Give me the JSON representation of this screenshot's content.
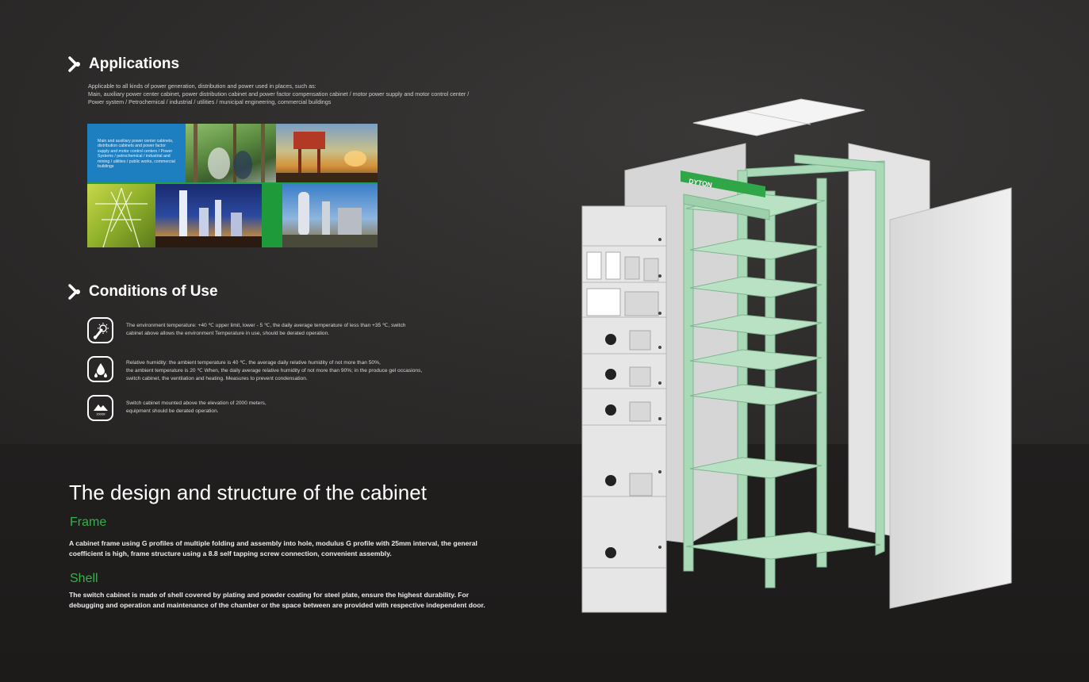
{
  "applications": {
    "heading": "Applications",
    "intro_lines": [
      "Applicable to all kinds of power generation, distribution and power used in places, such as:",
      "Main, auxiliary power center cabinet, power distribution cabinet and power factor compensation cabinet / motor power supply and motor control center /",
      "Power system / Petrochemical / industrial / utilities / municipal engineering, commercial buildings"
    ],
    "panel_text": "Main and auxiliary power center cabinets, distribution cabinets and power factor supply and motor control centers / Power Systems / petrochemical / industrial and mining / utilities / public works, commercial buildings"
  },
  "conditions": {
    "heading": "Conditions of Use",
    "items": [
      {
        "icon": "thermometer-sun-icon",
        "lines": [
          "The environment temperature: +40 ℃ upper limit, lower - 5 ℃, the daily average temperature of less than +35 ℃, switch",
          "cabinet above allows the environment Temperature in use, should be derated operation."
        ]
      },
      {
        "icon": "humidity-drops-icon",
        "lines": [
          "Relative humidity: the ambient temperature is 40 ℃, the average daily relative humidity of not more than 50%,",
          "the ambient temperature is 20 ℃ When, the daily average relative humidity of not more than 90%; in the produce gel occasions,",
          "switch cabinet, the ventilation and heating. Measures to prevent condensation."
        ]
      },
      {
        "icon": "mountain-elevation-icon",
        "badge": "2000M",
        "lines": [
          "Switch cabinet mounted above the elevation of 2000 meters,",
          "equipment should be derated operation."
        ]
      }
    ]
  },
  "design": {
    "title": "The design and structure of the cabinet",
    "frame_title": "Frame",
    "frame_lines": [
      "A cabinet frame using G profiles of multiple folding and assembly into hole, modulus G profile with 25mm interval, the general",
      "coefficient is high, frame structure using a 8.8 self tapping screw connection, convenient assembly."
    ],
    "shell_title": "Shell",
    "shell_lines": [
      "The switch cabinet is made of shell covered by plating and powder coating for steel plate, ensure the highest durability. For",
      "debugging and operation and maintenance of the chamber or the space between are provided with respective independent door."
    ]
  },
  "brand": {
    "logo_text": "DYTON",
    "green": "#2fb34a",
    "frame_color": "#a9d9b6"
  }
}
